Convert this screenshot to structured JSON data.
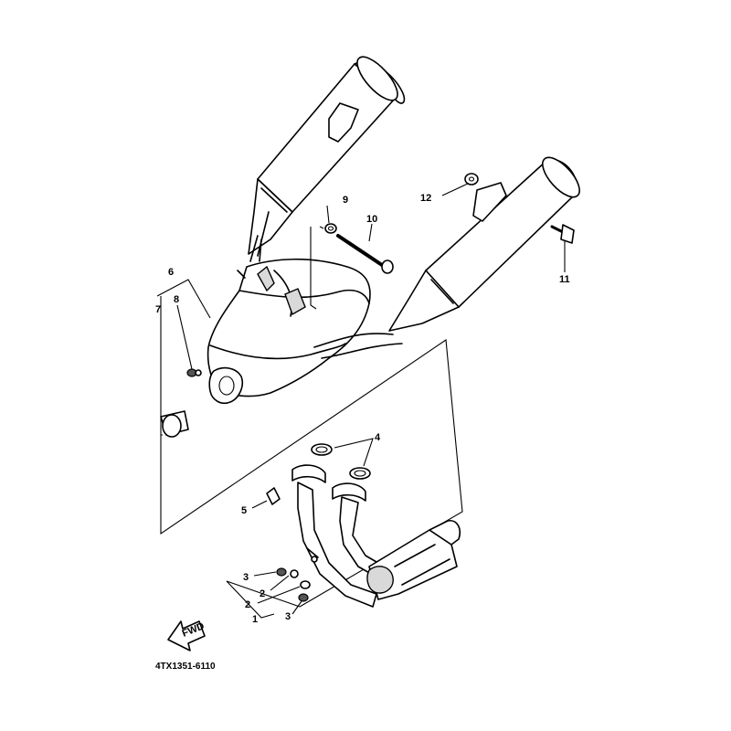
{
  "diagram": {
    "part_code": "4TX1351-6110",
    "fwd_label": "FWD",
    "callouts": {
      "c1": "1",
      "c2a": "2",
      "c2b": "2",
      "c3a": "3",
      "c3b": "3",
      "c4": "4",
      "c5": "5",
      "c6": "6",
      "c7": "7",
      "c8": "8",
      "c9": "9",
      "c10": "10",
      "c11": "11",
      "c12": "12"
    }
  }
}
